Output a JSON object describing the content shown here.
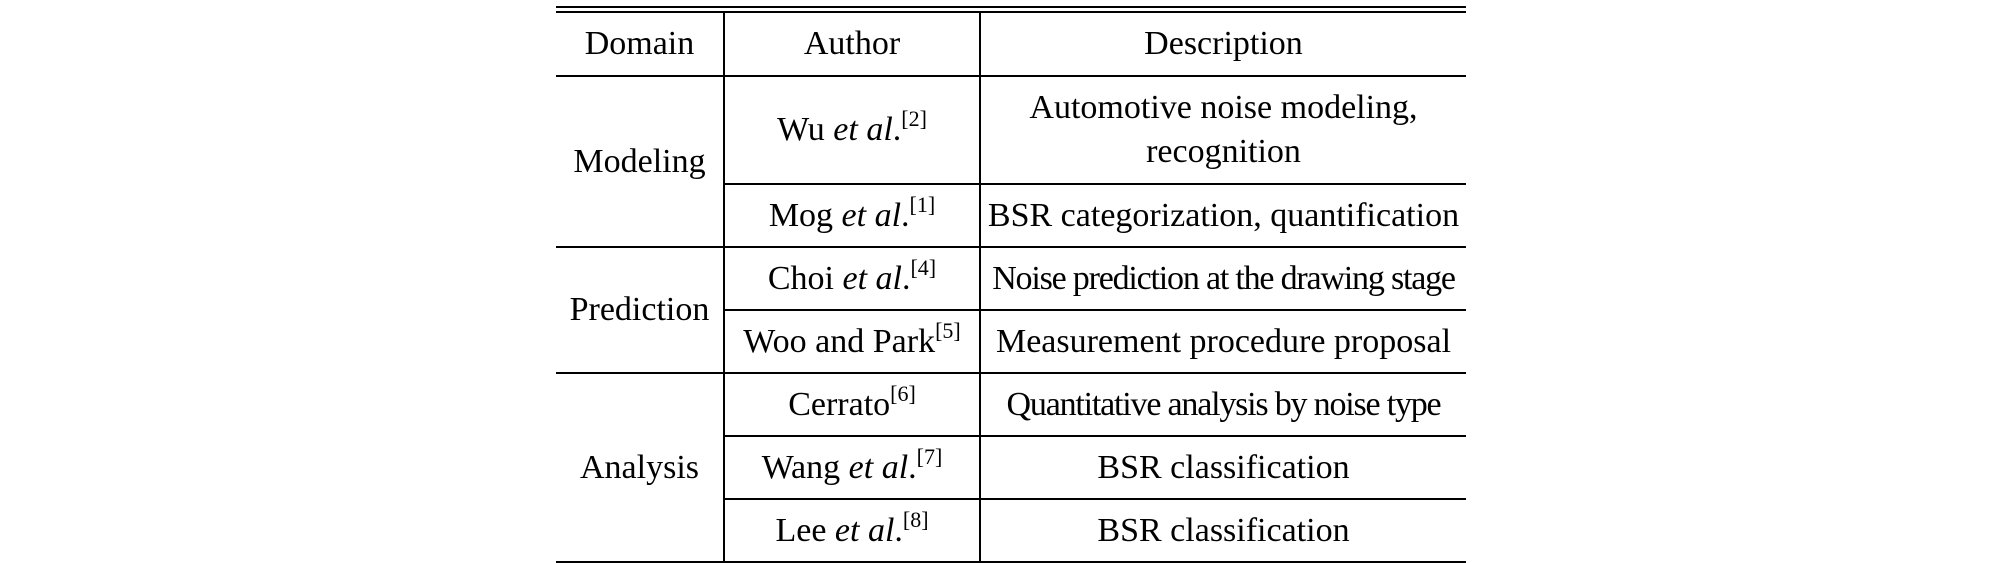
{
  "table": {
    "headers": {
      "domain": "Domain",
      "author": "Author",
      "description": "Description"
    },
    "groups": [
      {
        "domain": "Modeling",
        "rows": [
          {
            "author_name": "Wu",
            "author_etal": "et al",
            "author_suffix": ".",
            "ref": "[2]",
            "description": "Automotive noise modeling, recognition"
          },
          {
            "author_name": "Mog",
            "author_etal": "et al",
            "author_suffix": ".",
            "ref": "[1]",
            "description": "BSR categorization, quantification"
          }
        ]
      },
      {
        "domain": "Prediction",
        "rows": [
          {
            "author_name": "Choi",
            "author_etal": "et al",
            "author_suffix": ".",
            "ref": "[4]",
            "description": "Noise prediction at the drawing stage"
          },
          {
            "author_name": "Woo and Park",
            "author_etal": "",
            "author_suffix": "",
            "ref": "[5]",
            "description": "Measurement procedure proposal"
          }
        ]
      },
      {
        "domain": "Analysis",
        "rows": [
          {
            "author_name": "Cerrato",
            "author_etal": "",
            "author_suffix": "",
            "ref": "[6]",
            "description": "Quantitative analysis by noise type"
          },
          {
            "author_name": "Wang",
            "author_etal": "et al",
            "author_suffix": ".",
            "ref": "[7]",
            "description": "BSR classification"
          },
          {
            "author_name": "Lee",
            "author_etal": "et al",
            "author_suffix": ".",
            "ref": "[8]",
            "description": "BSR classification"
          }
        ]
      }
    ]
  }
}
